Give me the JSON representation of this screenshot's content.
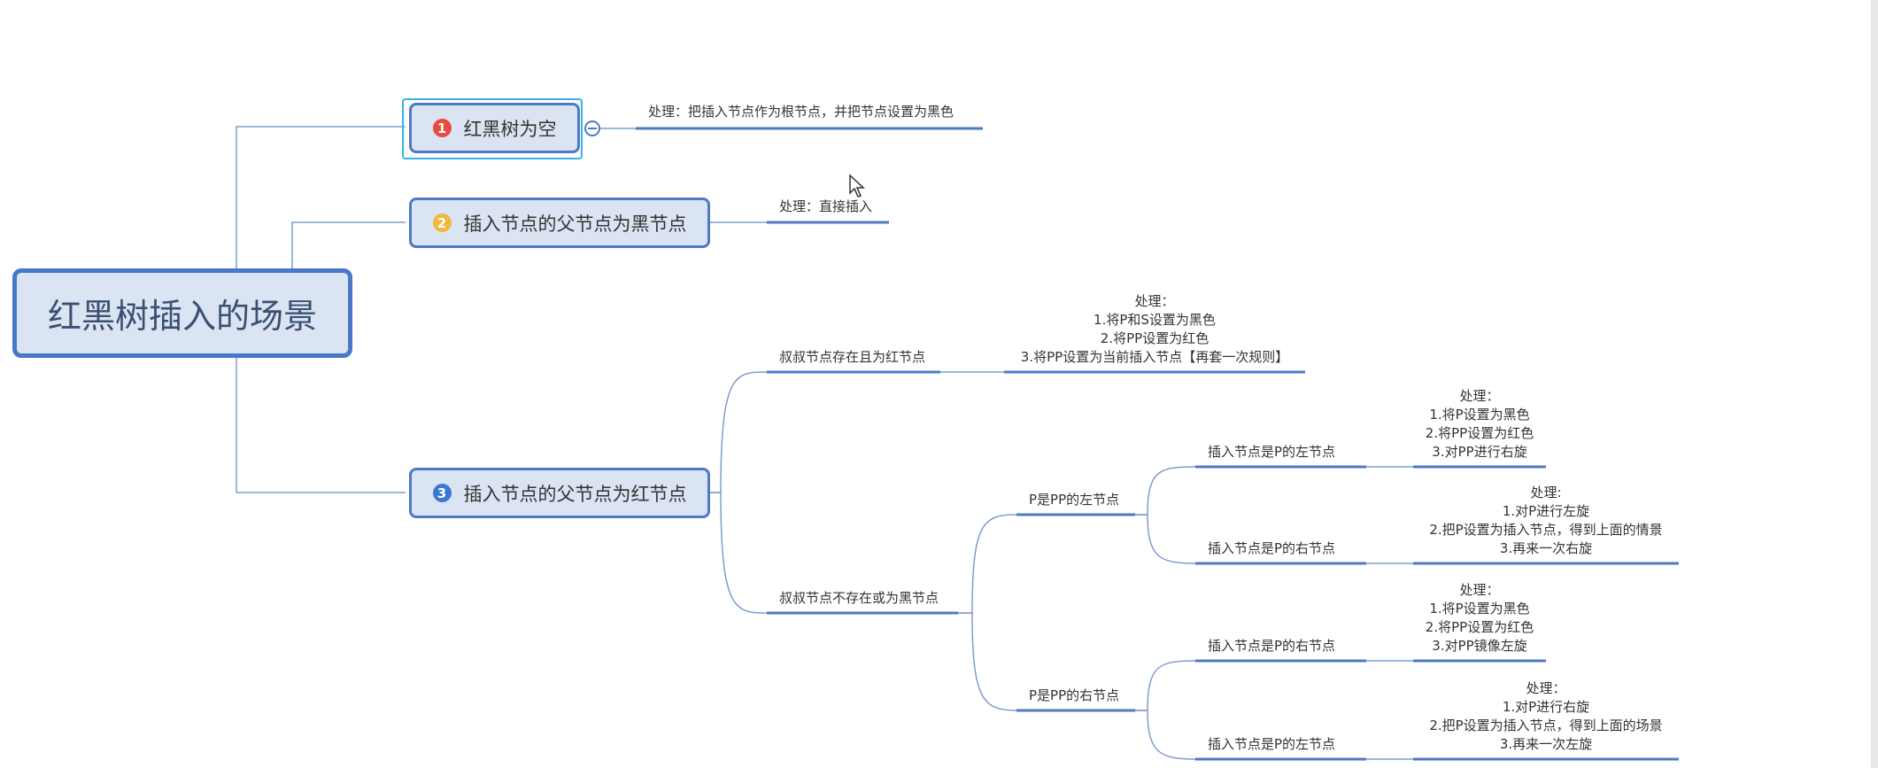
{
  "root": {
    "label": "红黑树插入的场景"
  },
  "case1": {
    "num": "1",
    "label": "红黑树为空",
    "color": "#e84a3f",
    "action": "处理：把插入节点作为根节点，并把节点设置为黑色"
  },
  "case2": {
    "num": "2",
    "label": "插入节点的父节点为黑节点",
    "color": "#f1b83a",
    "action": "处理：直接插入"
  },
  "case3": {
    "num": "3",
    "label": "插入节点的父节点为红节点",
    "color": "#3a78d4",
    "uncle_red": {
      "label": "叔叔节点存在且为红节点",
      "action": [
        "处理：",
        "1.将P和S设置为黑色",
        "2.将PP设置为红色",
        "3.将PP设置为当前插入节点【再套一次规则】"
      ]
    },
    "uncle_black": {
      "label": "叔叔节点不存在或为黑节点",
      "p_left": {
        "label": "P是PP的左节点",
        "ll": {
          "label": "插入节点是P的左节点",
          "action": [
            "处理：",
            "1.将P设置为黑色",
            "2.将PP设置为红色",
            "3.对PP进行右旋"
          ]
        },
        "lr": {
          "label": "插入节点是P的右节点",
          "action": [
            "处理:",
            "1.对P进行左旋",
            "2.把P设置为插入节点，得到上面的情景",
            "3.再来一次右旋"
          ]
        }
      },
      "p_right": {
        "label": "P是PP的右节点",
        "rr": {
          "label": "插入节点是P的右节点",
          "action": [
            "处理：",
            "1.将P设置为黑色",
            "2.将PP设置为红色",
            "3.对PP镜像左旋"
          ]
        },
        "rl": {
          "label": "插入节点是P的左节点",
          "action": [
            "处理：",
            "1.对P进行右旋",
            "2.把P设置为插入节点，得到上面的场景",
            "3.再来一次左旋"
          ]
        }
      }
    }
  },
  "colors": {
    "line": "#5b86c9",
    "topic_fill": "#dbe4f3",
    "topic_border": "#4f7ac2",
    "selection": "#36b3e1"
  }
}
